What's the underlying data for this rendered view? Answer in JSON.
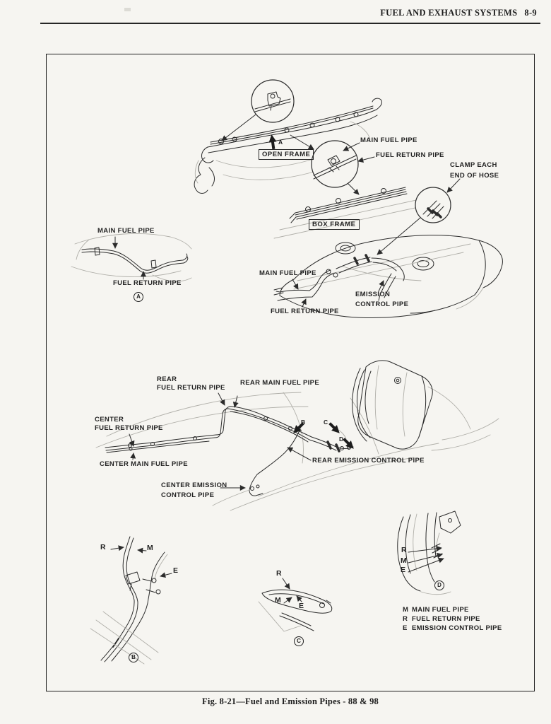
{
  "header": {
    "title": "FUEL AND EXHAUST SYSTEMS",
    "page_no": "8-9"
  },
  "caption": "Fig. 8-21—Fuel and Emission Pipes - 88 & 98",
  "labels": {
    "open_frame": "OPEN FRAME",
    "box_frame": "BOX FRAME",
    "of_main": "MAIN FUEL PIPE",
    "of_return": "FUEL RETURN PIPE",
    "clamp1": "CLAMP EACH",
    "clamp2": "END OF HOSE",
    "va_main": "MAIN FUEL PIPE",
    "va_return": "FUEL RETURN PIPE",
    "ub_main": "MAIN FUEL PIPE",
    "ub_emission1": "EMISSION",
    "ub_emission2": "CONTROL PIPE",
    "ub_return": "FUEL RETURN PIPE",
    "rear_return1": "REAR",
    "rear_return2": "FUEL RETURN PIPE",
    "rear_main": "REAR MAIN FUEL PIPE",
    "center_return1": "CENTER",
    "center_return2": "FUEL RETURN PIPE",
    "center_main": "CENTER MAIN FUEL PIPE",
    "rear_emission": "REAR EMISSION CONTROL PIPE",
    "center_emission1": "CENTER EMISSION",
    "center_emission2": "CONTROL PIPE"
  },
  "markers": {
    "view_a": "A",
    "view_b": "B",
    "view_c": "C",
    "view_d": "D",
    "arrow_a": "A",
    "arrow_b": "B",
    "arrow_c": "C",
    "arrow_d": "D"
  },
  "pipe_keys": {
    "b_r": "R",
    "b_m": "M",
    "b_e": "E",
    "c_r": "R",
    "c_m": "M",
    "c_e": "E",
    "d_r": "R",
    "d_m": "M",
    "d_e": "E"
  },
  "legend": {
    "rows": [
      {
        "key": "M",
        "label": "MAIN FUEL PIPE"
      },
      {
        "key": "R",
        "label": "FUEL RETURN PIPE"
      },
      {
        "key": "E",
        "label": "EMISSION CONTROL PIPE"
      }
    ]
  }
}
